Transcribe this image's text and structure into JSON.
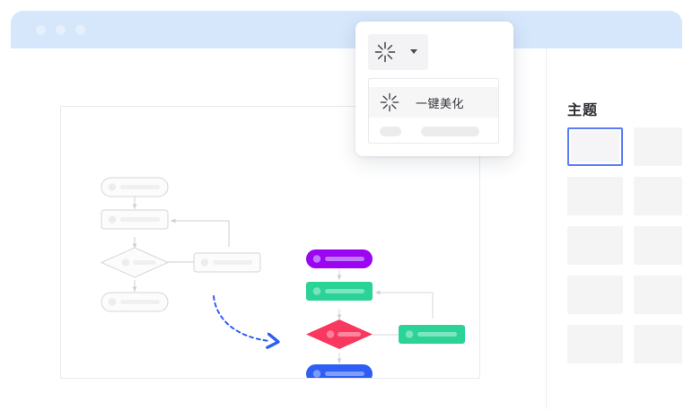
{
  "window": {
    "titlebar": {
      "dots": [
        "close",
        "minimize",
        "maximize"
      ],
      "background_color": "#d6e6fb"
    }
  },
  "beautify_popover": {
    "trigger": {
      "icon": "sparkle-beautify-icon",
      "caret": "chevron-down-icon"
    },
    "menu": {
      "items": [
        {
          "icon": "sparkle-beautify-icon",
          "label": "一键美化"
        },
        {
          "icon": "",
          "label": ""
        }
      ]
    }
  },
  "theme_panel": {
    "title": "主题",
    "selected_index": 0,
    "accent_color": "#5b7cfa",
    "swatches": [
      {
        "id": 1,
        "selected": true
      },
      {
        "id": 2,
        "selected": false
      },
      {
        "id": 3,
        "selected": false
      },
      {
        "id": 4,
        "selected": false
      },
      {
        "id": 5,
        "selected": false
      },
      {
        "id": 6,
        "selected": false
      },
      {
        "id": 7,
        "selected": false
      },
      {
        "id": 8,
        "selected": false
      },
      {
        "id": 9,
        "selected": false
      },
      {
        "id": 10,
        "selected": false
      }
    ]
  },
  "canvas": {
    "before_flowchart": {
      "style": "grayscale-placeholder",
      "node_fill": "#fcfcfc",
      "node_stroke": "#d6d6da",
      "connector_color": "#cfcfd4",
      "nodes": [
        {
          "name": "start",
          "shape": "pill"
        },
        {
          "name": "process-1",
          "shape": "rect"
        },
        {
          "name": "decision",
          "shape": "diamond"
        },
        {
          "name": "process-2",
          "shape": "rect"
        },
        {
          "name": "end",
          "shape": "pill"
        }
      ]
    },
    "after_flowchart": {
      "style": "beautified-color",
      "connector_color": "#d7d7dc",
      "nodes": [
        {
          "name": "start",
          "shape": "pill",
          "color": "#9b05f2"
        },
        {
          "name": "process-1",
          "shape": "rect",
          "color": "#2bd397"
        },
        {
          "name": "decision",
          "shape": "diamond",
          "color": "#f8385f"
        },
        {
          "name": "process-2",
          "shape": "rect",
          "color": "#2bd397"
        },
        {
          "name": "end",
          "shape": "pill",
          "color": "#2f5ef4"
        }
      ]
    },
    "transform_arrow": {
      "name": "curved-dashed-arrow",
      "color": "#2f5ef4",
      "style": "dashed"
    }
  }
}
